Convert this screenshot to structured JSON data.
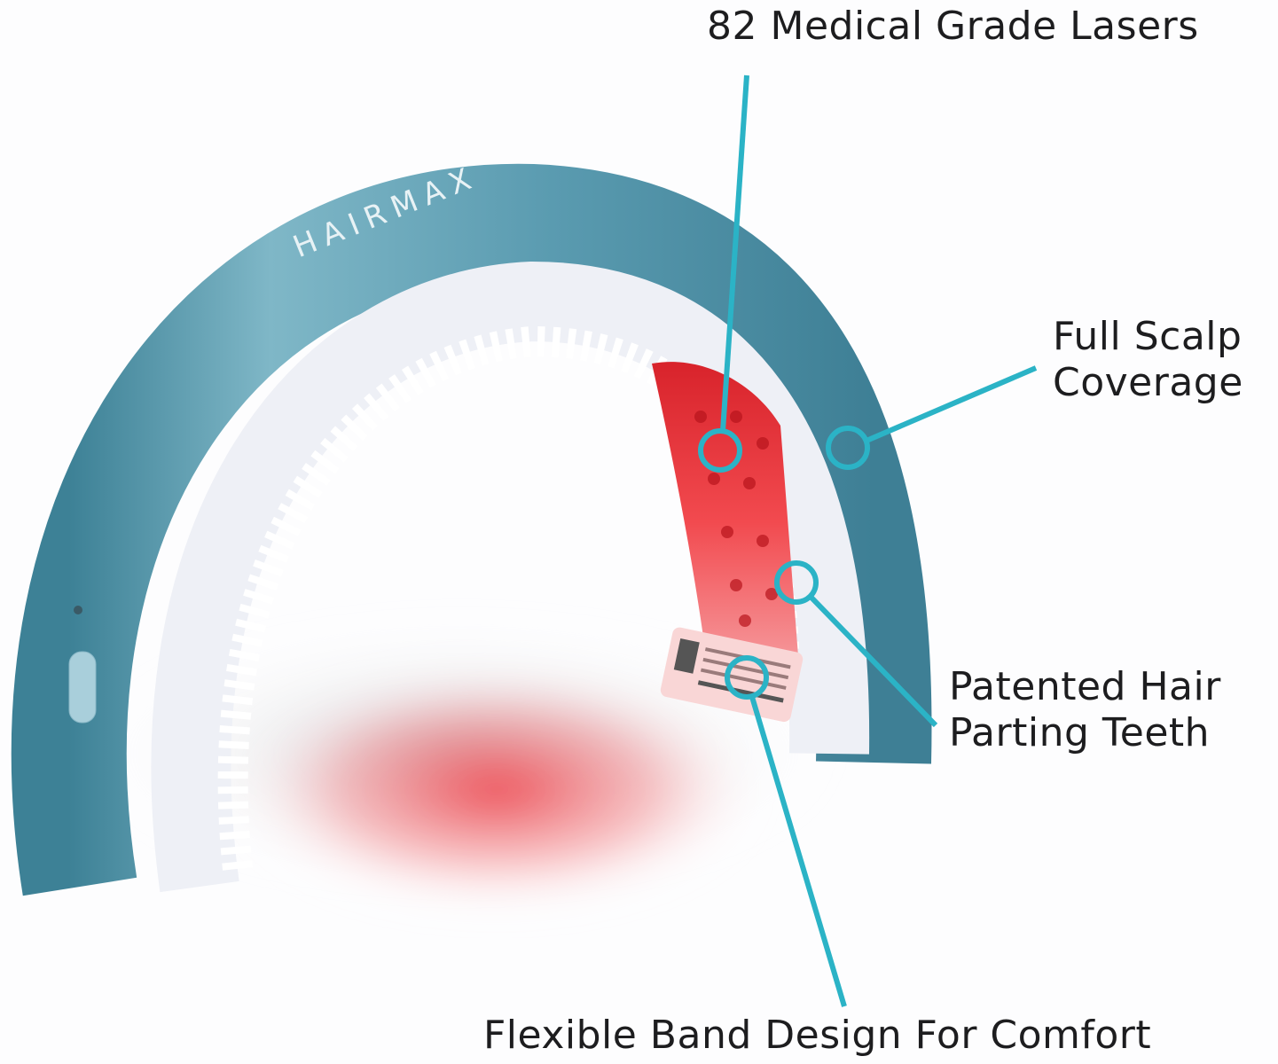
{
  "product": {
    "brand_text": "HAIRMAX"
  },
  "callouts": [
    {
      "id": "lasers",
      "lines": [
        "82 Medical Grade Lasers"
      ]
    },
    {
      "id": "coverage",
      "lines": [
        "Full Scalp",
        "Coverage"
      ]
    },
    {
      "id": "teeth",
      "lines": [
        "Patented Hair",
        "Parting Teeth"
      ]
    },
    {
      "id": "band",
      "lines": [
        "Flexible Band Design For Comfort"
      ]
    }
  ],
  "colors": {
    "accent": "#2bb3c6",
    "shell": "#4f93a8",
    "laser": "#e8333a"
  }
}
